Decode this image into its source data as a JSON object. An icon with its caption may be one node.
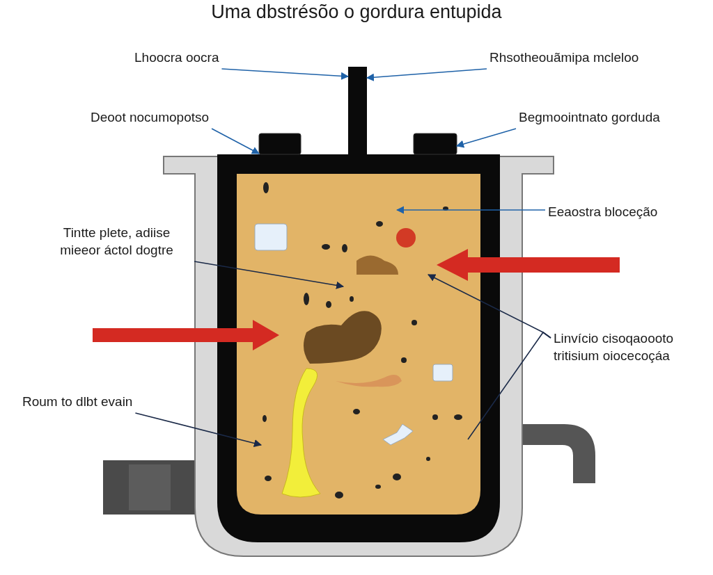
{
  "diagram": {
    "title": "Uma dbstrésõo o gordura entupida",
    "nodes": [
      {
        "text": [
          "Lhoocra oocra"
        ]
      },
      {
        "text": [
          "Rhsotheouãmipa mcleloo"
        ]
      },
      {
        "text": [
          "Deoot nocumopotso"
        ]
      },
      {
        "text": [
          "Begmoointnato gorduda"
        ]
      },
      {
        "text": [
          "Eeaostra bloceção"
        ]
      },
      {
        "text": [
          "Tintte plete, adiise mieeor áctol dogtre"
        ]
      },
      {
        "text": [
          "Linvício cisoqaoooto tritisium oiocecoçáa"
        ]
      },
      {
        "text": [
          "Roum to dlbt evain"
        ]
      },
      {
        "text": [],
        "shape": "bar"
      },
      {
        "text": [],
        "shape": "box"
      },
      {
        "text": [],
        "shape": "box"
      }
    ],
    "edges": [
      {
        "from": 0,
        "to": 8,
        "arrow": "to"
      },
      {
        "from": 1,
        "to": 8,
        "arrow": "to"
      },
      {
        "from": 2,
        "to": 9,
        "arrow": "to"
      },
      {
        "from": 3,
        "to": 10,
        "arrow": "to"
      },
      {
        "from": 4,
        "to": null,
        "arrow": "to"
      },
      {
        "from": 5,
        "to": null,
        "arrow": "to",
        "color": "#1b2a48"
      },
      {
        "from": 6,
        "to": null,
        "arrow": "to",
        "color": "#1b2a48"
      },
      {
        "from": 6,
        "to": null,
        "arrow": "none",
        "color": "#1b2a48"
      },
      {
        "from": 7,
        "to": null,
        "arrow": "to",
        "color": "#1b2a48"
      }
    ]
  }
}
